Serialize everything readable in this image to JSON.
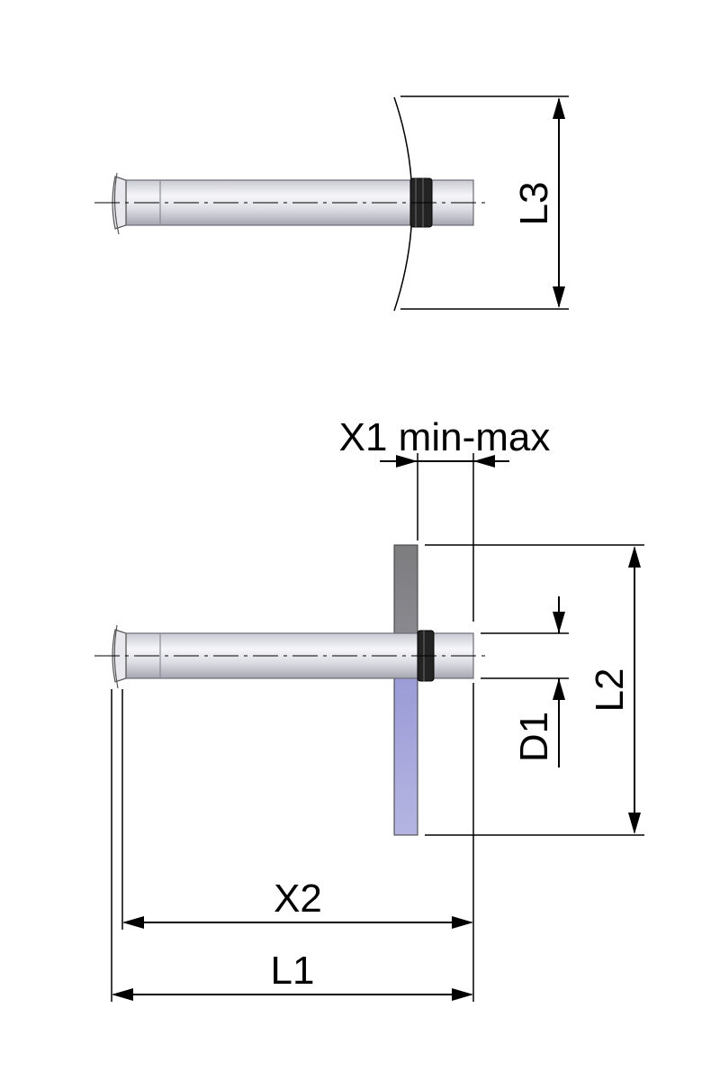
{
  "labels": {
    "l3": "L3",
    "x1": "X1 min-max",
    "l2": "L2",
    "d1": "D1",
    "x2": "X2",
    "l1": "L1"
  },
  "colors": {
    "pipe_light": "#f4f4f8",
    "pipe_mid": "#d4d5dc",
    "pipe_dark": "#9fa0aa",
    "gasket": "#222222",
    "wall_top": "#8a8a8a",
    "wall_bottom": "#9b9bd0"
  }
}
